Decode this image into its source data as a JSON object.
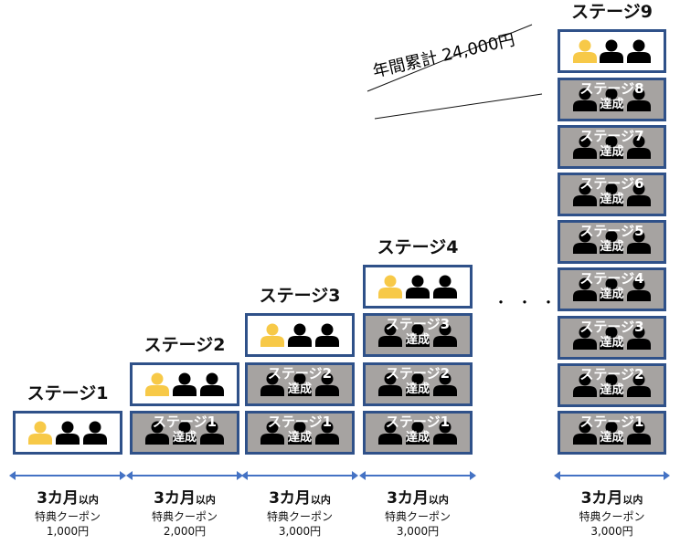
{
  "colors": {
    "border": "#2f5189",
    "achieved_fill": "#a6a3a1",
    "current_person": "#f7c948",
    "person": "#000000",
    "arrow": "#4472c4"
  },
  "icon": "person-icon",
  "annual_total": "年間累計 24,000円",
  "ellipsis": "・・・",
  "columns": [
    {
      "title": "ステージ1",
      "achieved": [],
      "duration": "3カ月",
      "duration_suffix": "以内",
      "coupon_label": "特典クーポン",
      "amount": "1,000円"
    },
    {
      "title": "ステージ2",
      "achieved": [
        {
          "stage": "ステージ1",
          "status": "達成"
        }
      ],
      "duration": "3カ月",
      "duration_suffix": "以内",
      "coupon_label": "特典クーポン",
      "amount": "2,000円"
    },
    {
      "title": "ステージ3",
      "achieved": [
        {
          "stage": "ステージ2",
          "status": "達成"
        },
        {
          "stage": "ステージ1",
          "status": "達成"
        }
      ],
      "duration": "3カ月",
      "duration_suffix": "以内",
      "coupon_label": "特典クーポン",
      "amount": "3,000円"
    },
    {
      "title": "ステージ4",
      "achieved": [
        {
          "stage": "ステージ3",
          "status": "達成"
        },
        {
          "stage": "ステージ2",
          "status": "達成"
        },
        {
          "stage": "ステージ1",
          "status": "達成"
        }
      ],
      "duration": "3カ月",
      "duration_suffix": "以内",
      "coupon_label": "特典クーポン",
      "amount": "3,000円"
    },
    {
      "title": "ステージ9",
      "achieved": [
        {
          "stage": "ステージ8",
          "status": "達成"
        },
        {
          "stage": "ステージ7",
          "status": "達成"
        },
        {
          "stage": "ステージ6",
          "status": "達成"
        },
        {
          "stage": "ステージ5",
          "status": "達成"
        },
        {
          "stage": "ステージ4",
          "status": "達成"
        },
        {
          "stage": "ステージ3",
          "status": "達成"
        },
        {
          "stage": "ステージ2",
          "status": "達成"
        },
        {
          "stage": "ステージ1",
          "status": "達成"
        }
      ],
      "duration": "3カ月",
      "duration_suffix": "以内",
      "coupon_label": "特典クーポン",
      "amount": "3,000円"
    }
  ]
}
